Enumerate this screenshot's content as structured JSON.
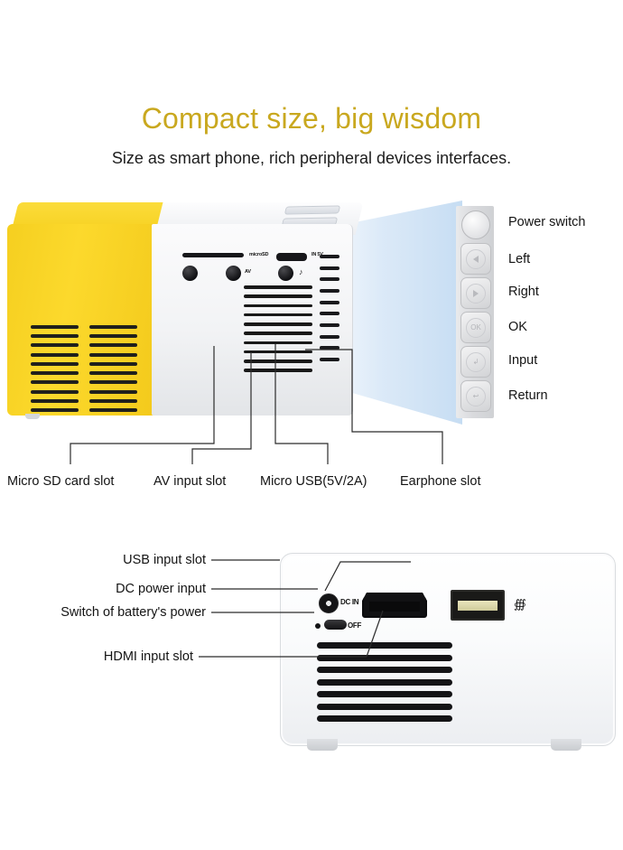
{
  "header": {
    "title": "Compact size, big wisdom",
    "subtitle": "Size as smart phone, rich peripheral devices interfaces.",
    "title_color": "#c9a81f"
  },
  "control_panel": {
    "buttons": [
      {
        "label": "Power switch",
        "icon": "power-round-button",
        "shape": "circle"
      },
      {
        "label": "Left",
        "icon": "triangle-left-icon",
        "shape": "square"
      },
      {
        "label": "Right",
        "icon": "triangle-right-icon",
        "shape": "square"
      },
      {
        "label": "OK",
        "icon": "ok-icon",
        "glyph": "OK",
        "shape": "square"
      },
      {
        "label": "Input",
        "icon": "input-arrow-icon",
        "glyph": "↲",
        "shape": "square"
      },
      {
        "label": "Return",
        "icon": "return-arrow-icon",
        "glyph": "↩",
        "shape": "square"
      }
    ]
  },
  "top_unit": {
    "callouts": [
      "Micro SD card slot",
      "AV input slot",
      "Micro USB(5V/2A)",
      "Earphone slot"
    ],
    "port_markings": [
      {
        "text": "microSD"
      },
      {
        "text": "AV"
      },
      {
        "text": "IN 5V"
      },
      {
        "text": "♪",
        "icon": "headphone-icon"
      }
    ],
    "body_color": "#f2f3f5",
    "accent_color": "#f6d01f"
  },
  "bottom_unit": {
    "callouts": [
      "USB input slot",
      "DC power input",
      "Switch of battery's power",
      "HDMI input slot"
    ],
    "port_markings": [
      {
        "text": "DC IN"
      },
      {
        "text": "OFF"
      }
    ],
    "usb_icon": "usb-trident-icon"
  }
}
